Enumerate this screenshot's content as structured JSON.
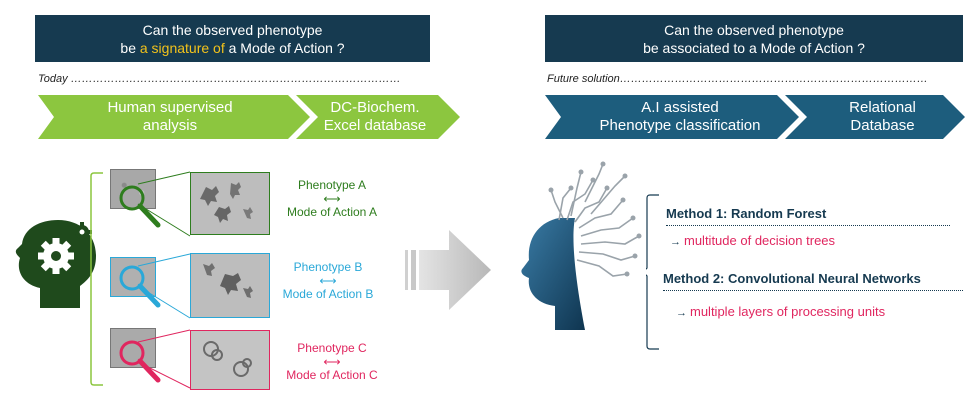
{
  "left": {
    "question": {
      "line1": "Can the observed phenotype",
      "line2_pre": "be ",
      "line2_highlight": " a signature of",
      "line2_post": " a Mode of Action  ?"
    },
    "timeline_label": "Today ………………………………………………………………………………",
    "chevrons": [
      {
        "line1": "Human supervised",
        "line2": "analysis"
      },
      {
        "line1": "DC-Biochem.",
        "line2": "Excel database"
      }
    ],
    "phenotypes": [
      {
        "name": "Phenotype A",
        "moa": "Mode of Action A",
        "color": "#2e7d1e",
        "arrow": "⟷"
      },
      {
        "name": "Phenotype B",
        "moa": "Mode of Action B",
        "color": "#2aa8d8",
        "arrow": "⟷"
      },
      {
        "name": "Phenotype C",
        "moa": "Mode of Action C",
        "color": "#e0265f",
        "arrow": "⟷"
      }
    ]
  },
  "right": {
    "question": {
      "line1": "Can the observed phenotype",
      "line2": "be associated to a Mode of Action  ?"
    },
    "timeline_label": "Future solution…………………………………………………………………………",
    "chevrons": [
      {
        "line1": "A.I assisted",
        "line2": "Phenotype classification"
      },
      {
        "line1": "Relational",
        "line2": "Database"
      }
    ],
    "methods": [
      {
        "title": "Method 1: Random Forest",
        "arrow": "→",
        "desc": "multitude of decision trees"
      },
      {
        "title": "Method 2: Convolutional Neural Networks",
        "arrow": "→",
        "desc": "multiple layers of processing units"
      }
    ]
  },
  "colors": {
    "dark_blue": "#163a50",
    "teal_chevron": "#1d5d7d",
    "green_chevron": "#8cc63f",
    "highlight": "#f2c21b",
    "green": "#2e7d1e",
    "blue": "#2aa8d8",
    "pink": "#e0265f",
    "head_dark_green": "#1f4a1c"
  }
}
